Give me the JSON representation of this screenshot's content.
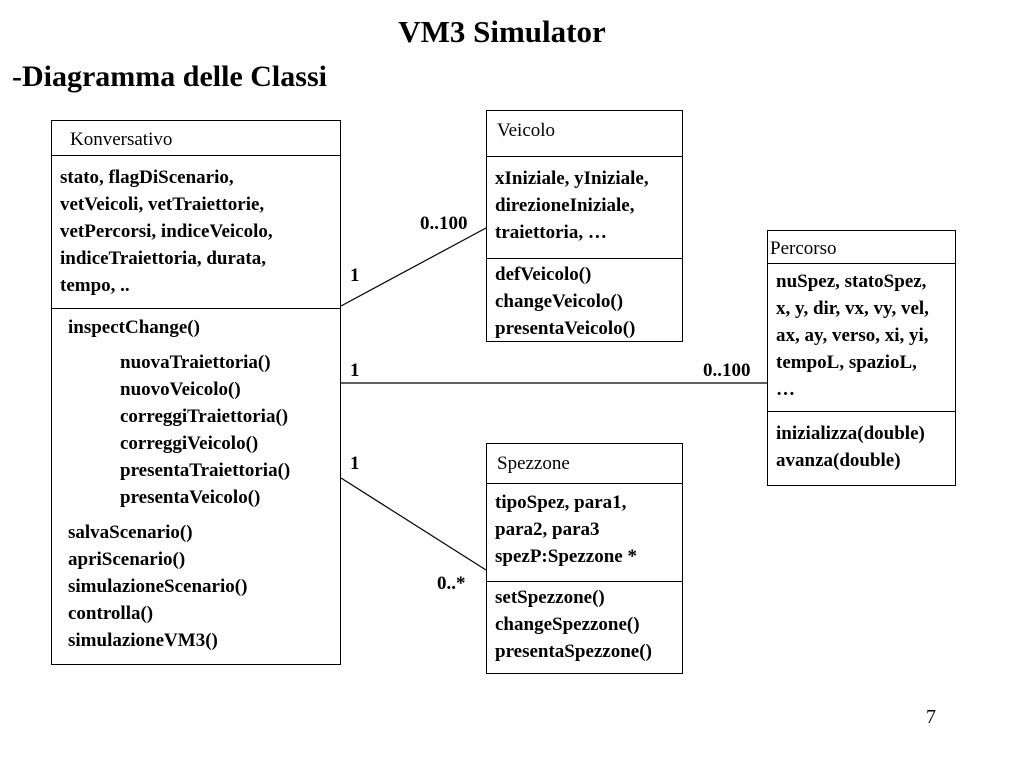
{
  "slide": {
    "title": "VM3 Simulator",
    "subtitle": "-Diagramma delle Classi",
    "page_number": "7"
  },
  "classes": {
    "konversativo": {
      "name": "Konversativo",
      "attributes": [
        "stato, flagDiScenario,",
        "vetVeicoli, vetTraiettorie,",
        "vetPercorsi, indiceVeicolo,",
        "indiceTraiettoria, durata,",
        "tempo, .."
      ],
      "operations": [
        "inspectChange()",
        "nuovaTraiettoria()",
        "nuovoVeicolo()",
        "correggiTraiettoria()",
        "correggiVeicolo()",
        "presentaTraiettoria()",
        "presentaVeicolo()",
        "salvaScenario()",
        "apriScenario()",
        "simulazioneScenario()",
        "controlla()",
        "simulazioneVM3()"
      ]
    },
    "veicolo": {
      "name": "Veicolo",
      "attributes": [
        "xIniziale, yIniziale,",
        "direzioneIniziale,",
        "traiettoria, …"
      ],
      "operations": [
        "defVeicolo()",
        "changeVeicolo()",
        "presentaVeicolo()"
      ]
    },
    "percorso": {
      "name": "Percorso",
      "attributes": [
        "nuSpez, statoSpez,",
        "x, y, dir, vx, vy, vel,",
        "ax, ay, verso, xi, yi,",
        "tempoL, spazioL,",
        "…"
      ],
      "operations": [
        "inizializza(double)",
        "avanza(double)"
      ]
    },
    "spezzone": {
      "name": "Spezzone",
      "attributes": [
        "tipoSpez, para1,",
        "para2, para3",
        "spezP:Spezzone *"
      ],
      "operations": [
        "setSpezzone()",
        "changeSpezzone()",
        "presentaSpezzone()"
      ]
    }
  },
  "associations": {
    "konv_veicolo": {
      "source_mult": "1",
      "target_mult": "0..100"
    },
    "konv_percorso": {
      "source_mult": "1",
      "target_mult": "0..100"
    },
    "konv_spezzone": {
      "source_mult": "1",
      "target_mult": "0..*"
    }
  }
}
